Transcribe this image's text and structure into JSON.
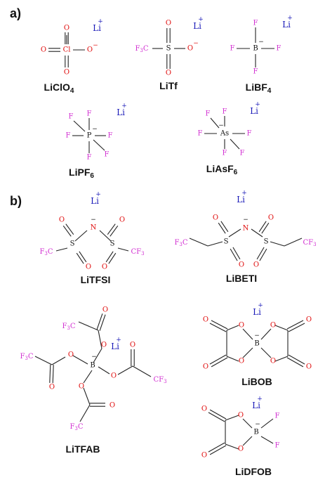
{
  "colors": {
    "O": "#e01010",
    "F": "#d22fd2",
    "Li": "#1a1ab8",
    "bond": "#222222",
    "text": "#111111"
  },
  "sections": {
    "a": "a)",
    "b": "b)"
  },
  "atoms": {
    "O": "O",
    "F": "F",
    "Cl": "Cl",
    "S": "S",
    "B": "B",
    "P": "P",
    "As": "As",
    "N": "N",
    "Li": "Li",
    "CF3": "F3C",
    "CF3r": "CF3",
    "minus": "−",
    "plus": "+"
  },
  "molecules": [
    {
      "id": "liclo4",
      "name": "LiClO",
      "sub": "4"
    },
    {
      "id": "litf",
      "name": "LiTf",
      "sub": ""
    },
    {
      "id": "libf4",
      "name": "LiBF",
      "sub": "4"
    },
    {
      "id": "lipf6",
      "name": "LiPF",
      "sub": "6"
    },
    {
      "id": "liasf6",
      "name": "LiAsF",
      "sub": "6"
    },
    {
      "id": "litfsi",
      "name": "LiTFSI",
      "sub": ""
    },
    {
      "id": "libeti",
      "name": "LiBETI",
      "sub": ""
    },
    {
      "id": "litfab",
      "name": "LiTFAB",
      "sub": ""
    },
    {
      "id": "libob",
      "name": "LiBOB",
      "sub": ""
    },
    {
      "id": "lidfob",
      "name": "LiDFOB",
      "sub": ""
    }
  ]
}
